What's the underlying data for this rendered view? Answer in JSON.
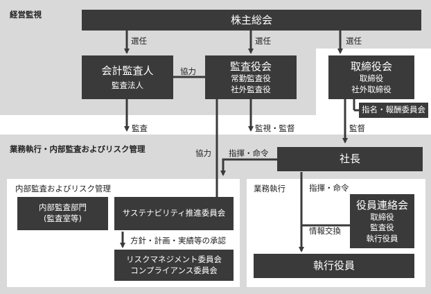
{
  "sections": {
    "oversight": "経営監視",
    "execution": "業務執行・内部監査およびリスク管理",
    "internal_audit_risk": "内部監査およびリスク管理",
    "business_execution": "業務執行"
  },
  "nodes": {
    "shareholders": {
      "title": "株主総会"
    },
    "accounting_auditor": {
      "title": "会計監査人",
      "sub": "監査法人"
    },
    "audit_board": {
      "title": "監査役会",
      "lines": [
        "常勤監査役",
        "社外監査役"
      ]
    },
    "board_of_directors": {
      "title": "取締役会",
      "lines": [
        "取締役",
        "社外取締役"
      ]
    },
    "nomination_committee": {
      "title": "指名・報酬委員会"
    },
    "president": {
      "title": "社長"
    },
    "internal_audit_dept": {
      "lines": [
        "内部監査部門",
        "(監査室等)"
      ]
    },
    "sustainability_committee": {
      "title": "サステナビリティ推進委員会"
    },
    "risk_compliance_committees": {
      "lines": [
        "リスクマネジメント委員会",
        "コンプライアンス委員会"
      ]
    },
    "officers_liaison": {
      "title": "役員連絡会",
      "lines": [
        "取締役",
        "監査役",
        "執行役員"
      ]
    },
    "executive_officers": {
      "title": "執行役員"
    }
  },
  "edges": {
    "elect_1": "選任",
    "elect_2": "選任",
    "elect_3": "選任",
    "cooperation_1": "協力",
    "audit": "監査",
    "supervise_audit": "監視・監督",
    "supervise": "監督",
    "cooperation_2": "協力",
    "command_1": "指揮・命令",
    "command_2": "指揮・命令",
    "info_exchange": "情報交換",
    "policy_approval": "方針・計画・実績等の承認"
  },
  "colors": {
    "box": "#3a3a3a",
    "band": "#d9d9d9",
    "line": "#3a3a3a"
  }
}
